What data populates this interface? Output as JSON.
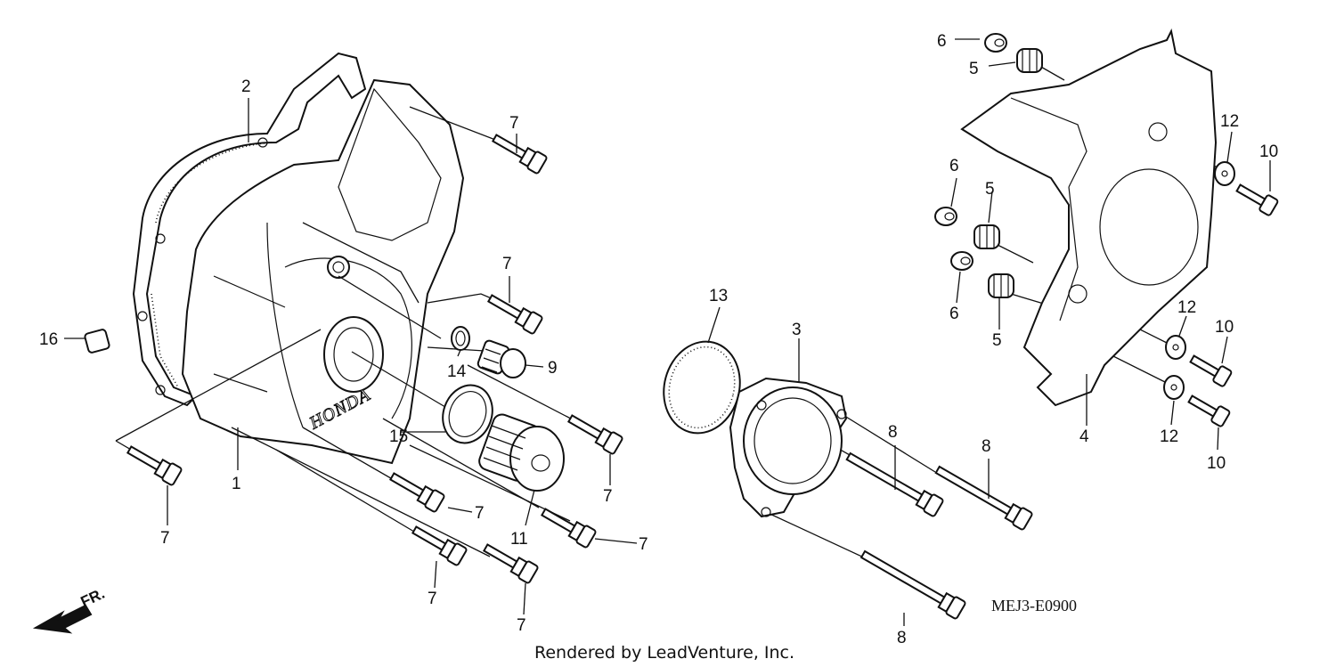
{
  "diagram": {
    "code": "MEJ3-E0900",
    "credit": "Rendered by LeadVenture, Inc.",
    "direction_label": "FR.",
    "brand_mark": "HONDA",
    "callouts": [
      "1",
      "2",
      "3",
      "4",
      "5",
      "5",
      "5",
      "6",
      "6",
      "6",
      "7",
      "7",
      "7",
      "7",
      "7",
      "7",
      "7",
      "7",
      "7",
      "8",
      "8",
      "8",
      "9",
      "10",
      "10",
      "10",
      "11",
      "12",
      "12",
      "12",
      "13",
      "14",
      "15",
      "16"
    ]
  }
}
